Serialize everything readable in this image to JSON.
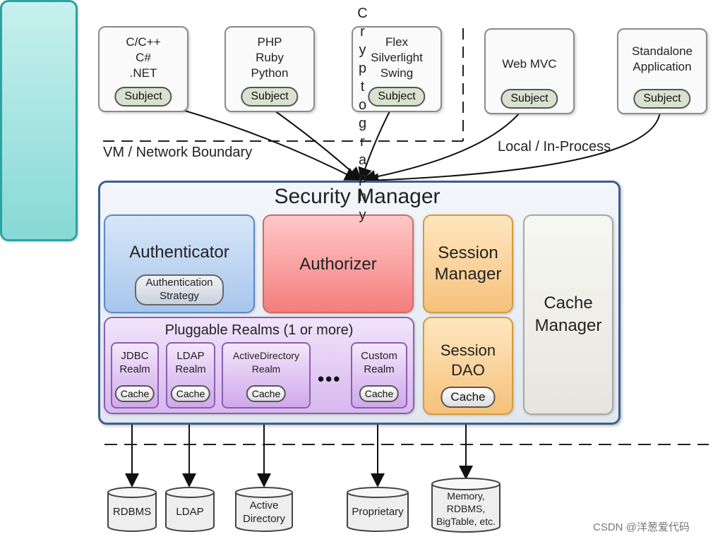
{
  "clients": [
    {
      "lines": [
        "C/C++",
        "C#",
        ".NET"
      ],
      "pill": "Subject"
    },
    {
      "lines": [
        "PHP",
        "Ruby",
        "Python"
      ],
      "pill": "Subject"
    },
    {
      "lines": [
        "Flex",
        "Silverlight",
        "Swing"
      ],
      "pill": "Subject"
    },
    {
      "lines": [
        "Web MVC"
      ],
      "pill": "Subject"
    },
    {
      "lines": [
        "Standalone",
        "Application"
      ],
      "pill": "Subject"
    }
  ],
  "boundary_label": "VM / Network Boundary",
  "local_label": "Local / In-Process",
  "security_manager": {
    "title": "Security Manager",
    "authenticator": {
      "title": "Authenticator",
      "strategy_lines": [
        "Authentication",
        "Strategy"
      ]
    },
    "authorizer": "Authorizer",
    "session_manager_lines": [
      "Session",
      "Manager"
    ],
    "cache_manager_lines": [
      "Cache",
      "Manager"
    ],
    "realms": {
      "title": "Pluggable Realms (1 or more)",
      "items": [
        {
          "lines": [
            "JDBC",
            "Realm"
          ],
          "cache": "Cache"
        },
        {
          "lines": [
            "LDAP",
            "Realm"
          ],
          "cache": "Cache"
        },
        {
          "lines": [
            "ActiveDirectory",
            "Realm"
          ],
          "cache": "Cache"
        },
        {
          "lines": [
            "Custom",
            "Realm"
          ],
          "cache": "Cache"
        }
      ],
      "ellipsis": "•••"
    },
    "session_dao": {
      "lines": [
        "Session",
        "DAO"
      ],
      "cache": "Cache"
    }
  },
  "cryptography": [
    "C",
    "r",
    "y",
    "p",
    "t",
    "o",
    "g",
    "r",
    "a",
    "p",
    "h",
    "y"
  ],
  "datastores": [
    {
      "lines": [
        "RDBMS"
      ]
    },
    {
      "lines": [
        "LDAP"
      ]
    },
    {
      "lines": [
        "Active",
        "Directory"
      ]
    },
    {
      "lines": [
        "Proprietary"
      ]
    },
    {
      "lines": [
        "Memory,",
        "RDBMS,",
        "BigTable, etc."
      ]
    }
  ],
  "watermark": "CSDN @洋葱爱代码"
}
